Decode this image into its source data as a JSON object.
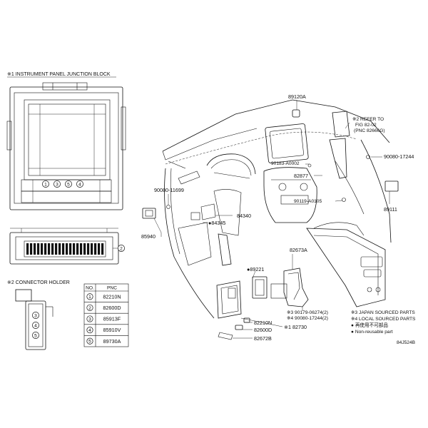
{
  "sections": {
    "junction_block_title": "※1 INSTRUMENT PANEL JUNCTION BLOCK",
    "connector_holder_title": "※2 CONNECTOR HOLDER"
  },
  "connector_table": {
    "header_no": "NO.",
    "header_pnc": "PNC",
    "rows": [
      {
        "no": "1",
        "pnc": "82210N"
      },
      {
        "no": "2",
        "pnc": "82600D"
      },
      {
        "no": "3",
        "pnc": "85913F"
      },
      {
        "no": "4",
        "pnc": "85910V"
      },
      {
        "no": "5",
        "pnc": "89730A"
      }
    ]
  },
  "callouts": {
    "c1": "1",
    "c2": "2",
    "c3": "3",
    "c4": "4",
    "c5": "5"
  },
  "parts": {
    "p89120A": "89120A",
    "refer_line1": "※2 REFER TO",
    "refer_line2": "FIG 82-02",
    "refer_line3": "(PNC 82666G)",
    "p90080_17244": "90080-17244",
    "p90183_A0002": "90183-A0002",
    "p82877": "82877",
    "p90080_11699": "90080-11699",
    "p90119_A0105": "90119-A0105",
    "p89111": "89111",
    "p84340": "84340",
    "p84345": "●84345",
    "p85940": "85940",
    "p82673A": "82673A",
    "p89221": "●89221",
    "p90179": "※3 90179-06274(2)",
    "p90080_4": "※4 90080-17244(2)",
    "p82210N": "82210N",
    "p82600D": "82600D",
    "p82730": "※1 82730",
    "p82672B": "82672B"
  },
  "legend": {
    "l1": "※3 JAPAN SOURCED PARTS",
    "l2": "※4 LOCAL SOURCED PARTS",
    "l3": "● 再使用不可部品",
    "l4": "● Non-reusable part"
  },
  "figure_code": "84J524B"
}
